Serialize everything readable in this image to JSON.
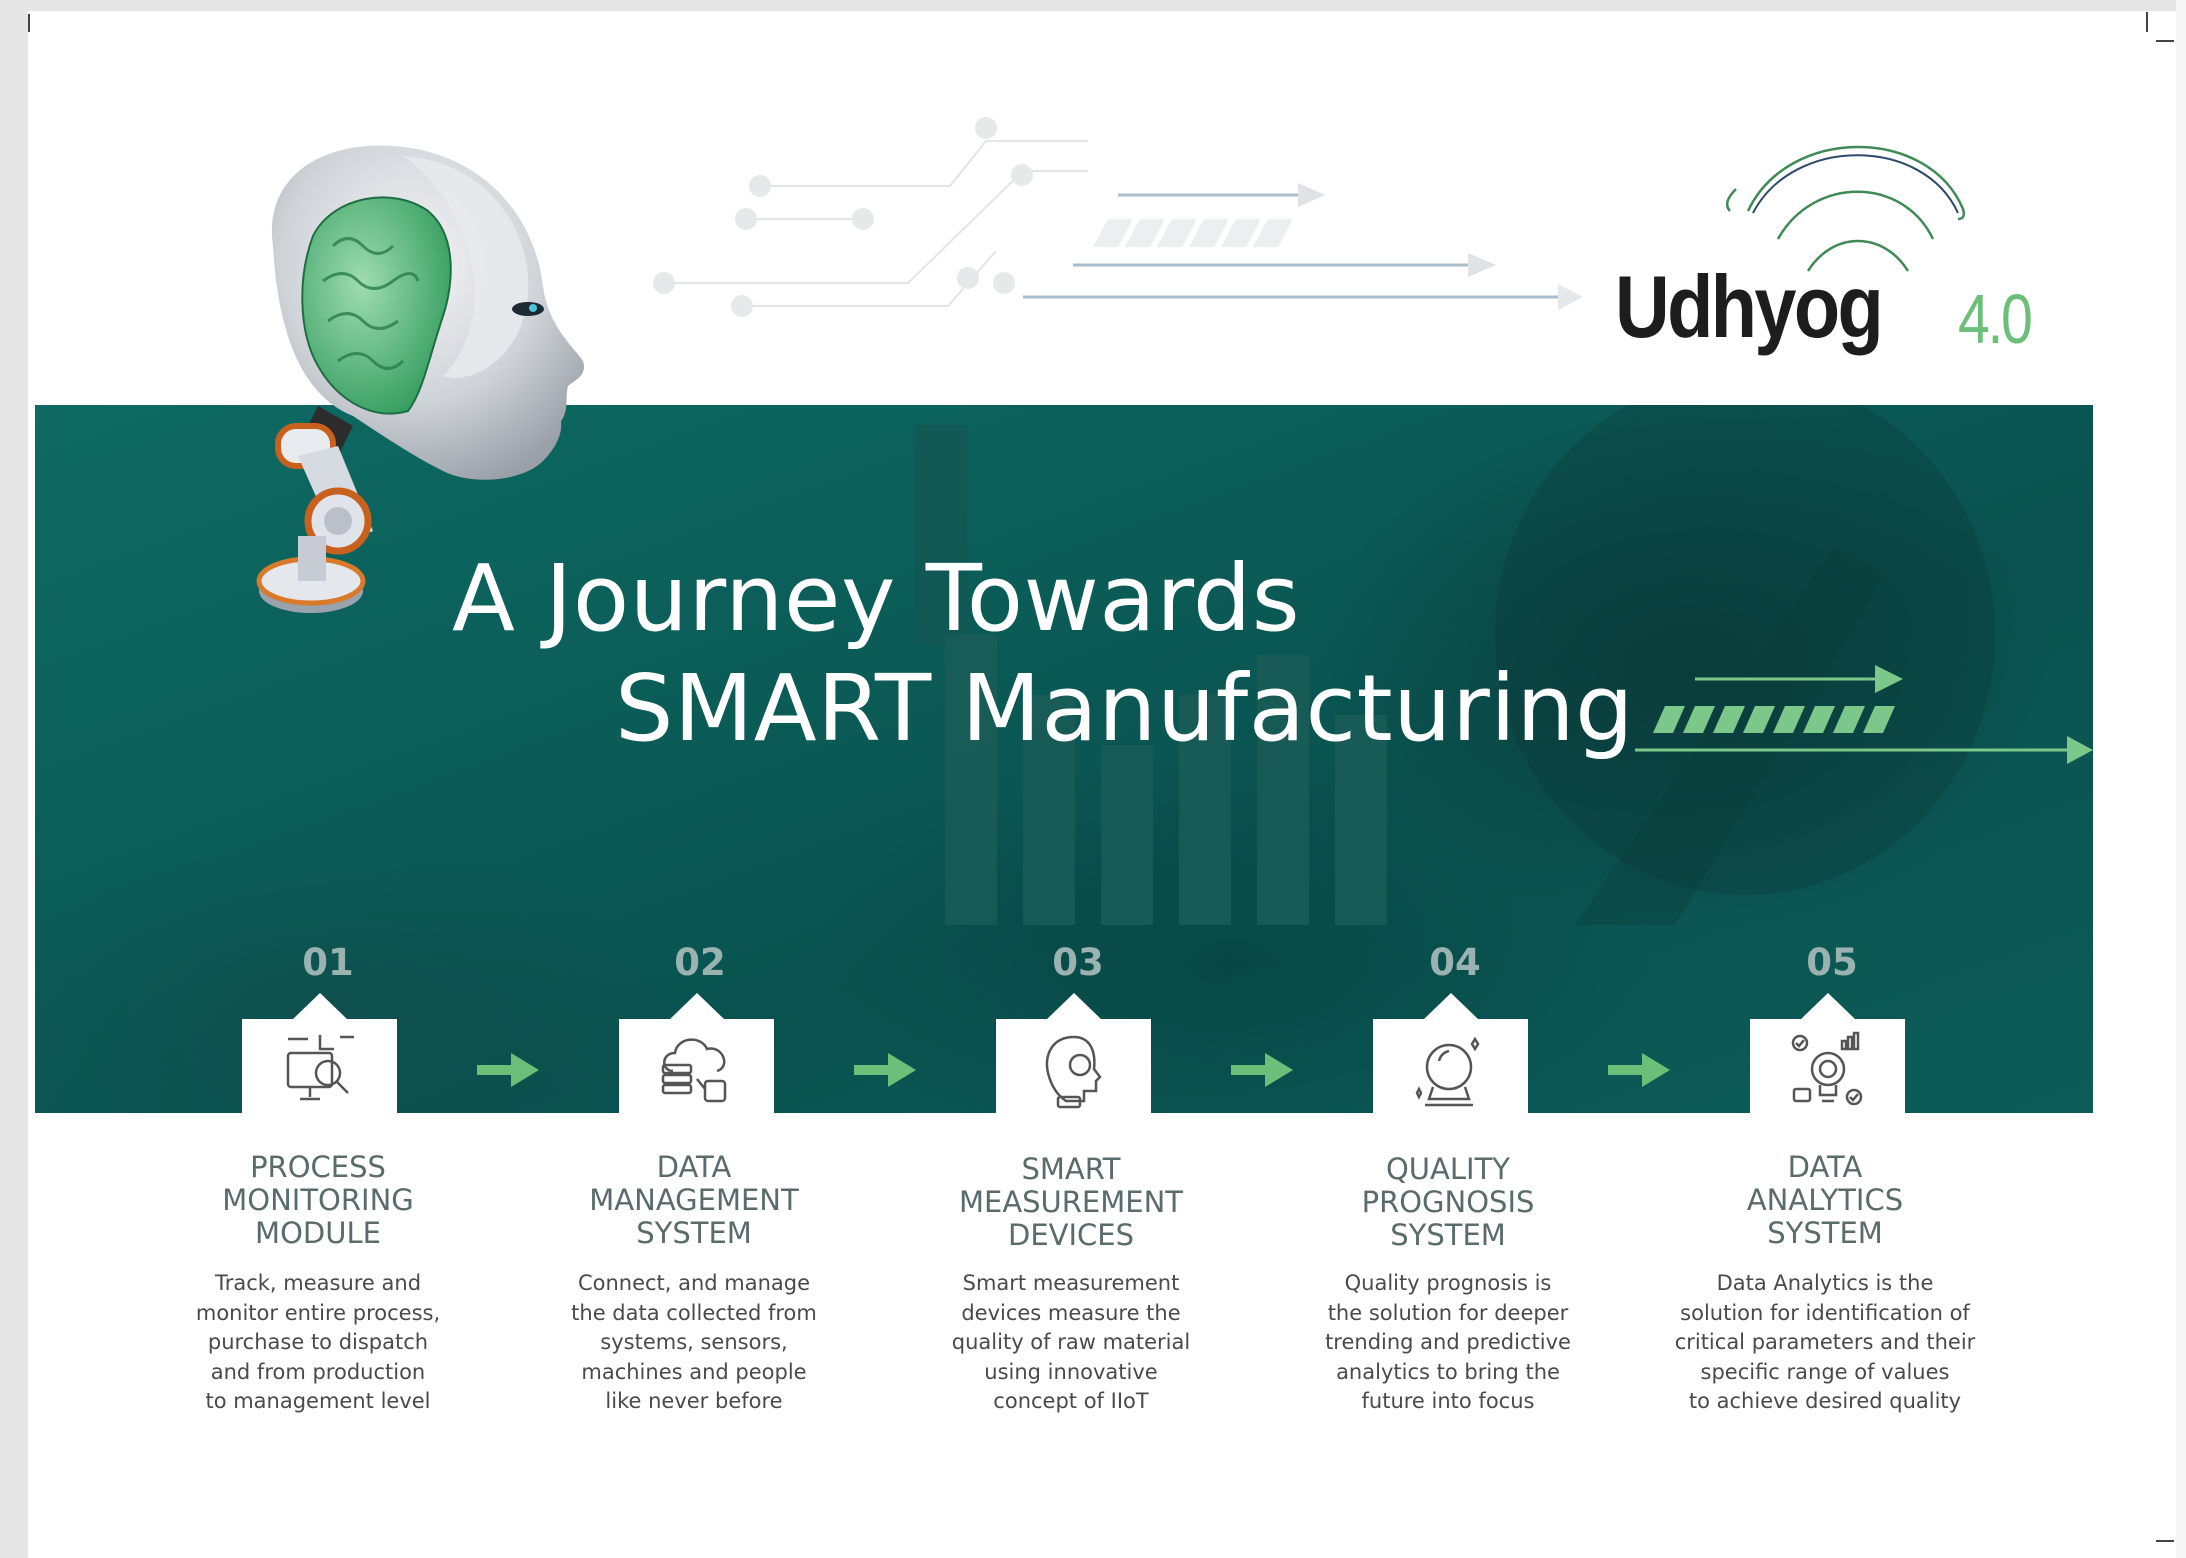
{
  "brand": {
    "name": "Udhyog",
    "version": "4.0"
  },
  "headline": {
    "line1": "A Journey Towards",
    "line2": "SMART Manufacturing"
  },
  "colors": {
    "banner": "#0b5d58",
    "accent_green": "#6cbf78",
    "title_gray": "#5a6b6b",
    "number_gray": "#9bb3b0"
  },
  "steps": [
    {
      "number": "01",
      "icon": "monitoring-icon",
      "title_lines": [
        "PROCESS",
        "MONITORING",
        "MODULE"
      ],
      "desc_lines": [
        "Track, measure and",
        "monitor entire  process,",
        "purchase to dispatch",
        "and from production",
        "to management  level"
      ]
    },
    {
      "number": "02",
      "icon": "cloud-data-icon",
      "title_lines": [
        "DATA",
        "MANAGEMENT",
        "SYSTEM"
      ],
      "desc_lines": [
        "Connect, and manage",
        "the data collected from",
        "systems, sensors,",
        "machines and people",
        "like never before"
      ]
    },
    {
      "number": "03",
      "icon": "smart-head-icon",
      "title_lines": [
        "SMART",
        "MEASUREMENT",
        "DEVICES"
      ],
      "desc_lines": [
        "Smart measurement",
        "devices measure the",
        "quality of raw material",
        "using innovative",
        "concept of IIoT"
      ]
    },
    {
      "number": "04",
      "icon": "crystal-ball-icon",
      "title_lines": [
        "QUALITY",
        "PROGNOSIS",
        "SYSTEM"
      ],
      "desc_lines": [
        "Quality prognosis is",
        "the solution  for deeper",
        "trending and predictive",
        "analytics to bring the",
        "future into focus"
      ]
    },
    {
      "number": "05",
      "icon": "analytics-bulb-icon",
      "title_lines": [
        "DATA",
        "ANALYTICS",
        "SYSTEM"
      ],
      "desc_lines": [
        "Data Analytics is the",
        "solution for identification of",
        "critical parameters  and their",
        "specific range of values",
        "to achieve desired quality"
      ]
    }
  ]
}
